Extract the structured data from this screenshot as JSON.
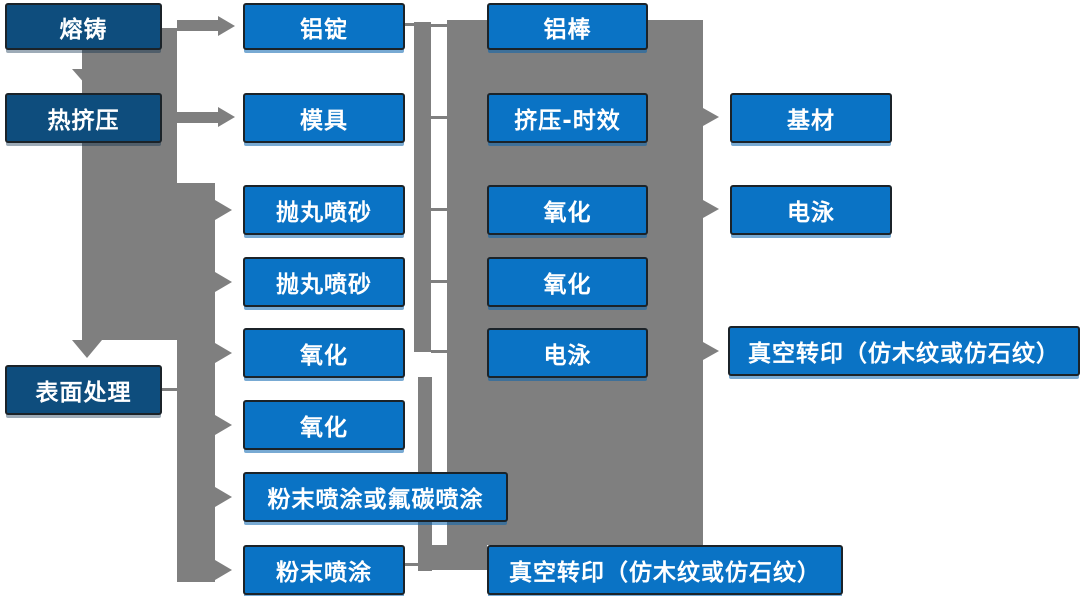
{
  "diagram": {
    "colors": {
      "stage_box": "#0e4d7d",
      "process_box": "#0a73c5",
      "connector_gray": "#7f7f7f",
      "text": "#ffffff"
    },
    "stages": {
      "melting_casting": "熔铸",
      "hot_extrusion": "热挤压",
      "surface_treatment": "表面处理"
    },
    "column2": {
      "aluminum_ingot": "铝锭",
      "mold": "模具",
      "shot_blasting_1": "抛丸喷砂",
      "shot_blasting_2": "抛丸喷砂",
      "anodizing_1": "氧化",
      "anodizing_2": "氧化",
      "powder_or_fluorocarbon": "粉末喷涂或氟碳喷涂",
      "powder_coating": "粉末喷涂"
    },
    "column3": {
      "aluminum_rod": "铝棒",
      "extrusion_aging": "挤压-时效",
      "anodizing_3": "氧化",
      "anodizing_4": "氧化",
      "electrophoresis_1": "电泳",
      "vacuum_transfer_1": "真空转印（仿木纹或仿石纹）"
    },
    "column4": {
      "substrate": "基材",
      "electrophoresis_2": "电泳",
      "vacuum_transfer_2": "真空转印（仿木纹或仿石纹）"
    }
  }
}
